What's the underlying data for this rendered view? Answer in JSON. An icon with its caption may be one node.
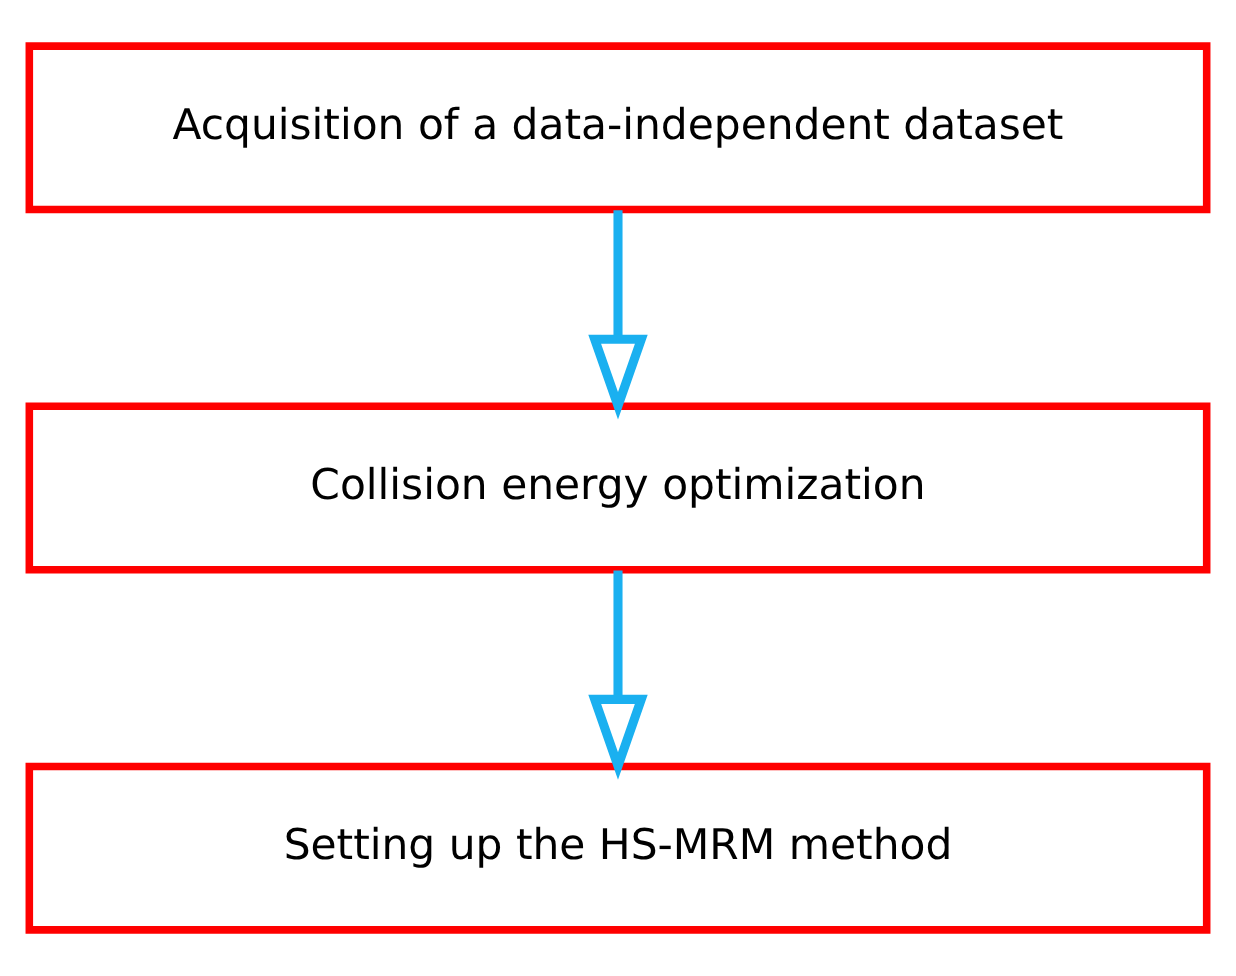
{
  "diagram": {
    "nodes": [
      {
        "text": [
          "Acquisition of a data-independent dataset"
        ]
      },
      {
        "text": [
          "Collision energy optimization"
        ]
      },
      {
        "text": [
          "Setting up the HS-MRM method"
        ]
      }
    ],
    "edges": [
      {
        "from": 0,
        "to": 1,
        "arrow": "to",
        "color": "#1ab0f0"
      },
      {
        "from": 1,
        "to": 2,
        "arrow": "to",
        "color": "#1ab0f0"
      }
    ]
  }
}
